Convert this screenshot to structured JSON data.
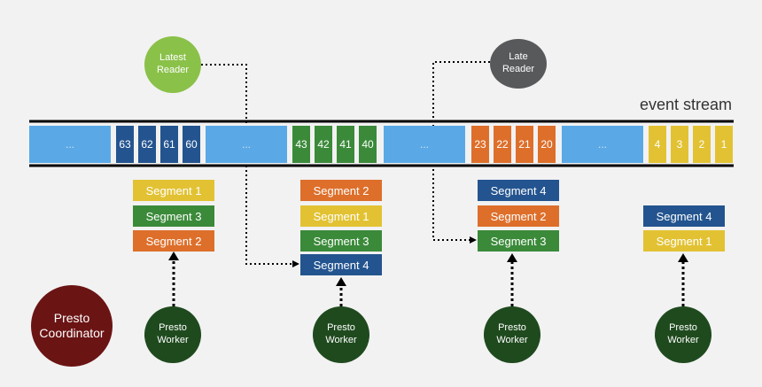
{
  "stream_label": "event stream",
  "colors": {
    "gap": "#5aa9e6",
    "blue": "#23548f",
    "green": "#3b8a3a",
    "orange": "#dd6f2b",
    "yellow": "#e2c233",
    "segment1": "#e2c233",
    "segment2": "#dd6f2b",
    "segment3": "#3b8a3a",
    "segment4": "#23548f",
    "latest_reader": "#8ac149",
    "late_reader": "#58595b",
    "worker": "#1f4a1e",
    "coordinator": "#6b1414"
  },
  "stream": {
    "gaps": [
      "...",
      "...",
      "...",
      "..."
    ],
    "blue_cells": [
      "63",
      "62",
      "61",
      "60"
    ],
    "green_cells": [
      "43",
      "42",
      "41",
      "40"
    ],
    "orange_cells": [
      "23",
      "22",
      "21",
      "20"
    ],
    "yellow_cells": [
      "4",
      "3",
      "2",
      "1"
    ]
  },
  "readers": {
    "latest": [
      "Latest",
      "Reader"
    ],
    "late": [
      "Late",
      "Reader"
    ]
  },
  "worker_stacks": [
    [
      "Segment 1",
      "Segment 3",
      "Segment 2"
    ],
    [
      "Segment 2",
      "Segment 1",
      "Segment 3",
      "Segment 4"
    ],
    [
      "Segment 4",
      "Segment 2",
      "Segment 3"
    ],
    [
      "Segment 4",
      "Segment 1"
    ]
  ],
  "worker_label": [
    "Presto",
    "Worker"
  ],
  "coordinator_label": [
    "Presto",
    "Coordinator"
  ]
}
